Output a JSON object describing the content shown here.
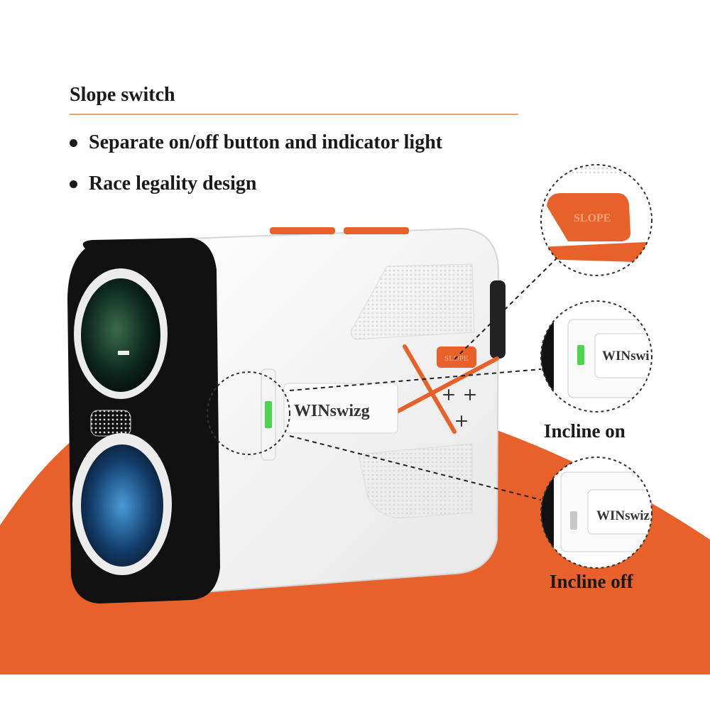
{
  "heading": "Slope switch",
  "bullets": [
    "Separate on/off button and indicator light",
    "Race legality design"
  ],
  "device": {
    "brand_text": "WINswizg",
    "slope_button_label": "SLOPE"
  },
  "insets": {
    "slope_label": "SLOPE",
    "incline_on_brand": "WINswi",
    "incline_off_brand": "WINswiz"
  },
  "captions": {
    "incline_on": "Incline on",
    "incline_off": "Incline off"
  },
  "colors": {
    "accent_orange": "#e8602a",
    "indicator_green": "#4cd44c",
    "indicator_off": "#c8c8c8"
  }
}
